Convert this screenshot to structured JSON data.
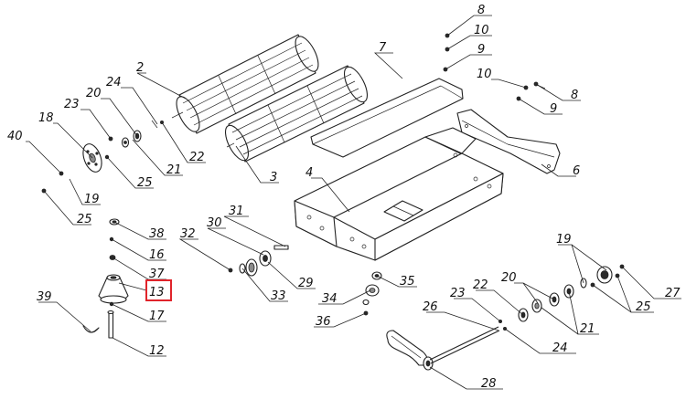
{
  "diagram": {
    "highlight_color": "#e0242b",
    "line_color": "#222222",
    "callouts": [
      {
        "id": "c8a",
        "text": "8"
      },
      {
        "id": "c10a",
        "text": "10"
      },
      {
        "id": "c9a",
        "text": "9"
      },
      {
        "id": "c7",
        "text": "7"
      },
      {
        "id": "c10b",
        "text": "10"
      },
      {
        "id": "c8b",
        "text": "8"
      },
      {
        "id": "c9b",
        "text": "9"
      },
      {
        "id": "c2",
        "text": "2"
      },
      {
        "id": "c24a",
        "text": "24"
      },
      {
        "id": "c20a",
        "text": "20"
      },
      {
        "id": "c23a",
        "text": "23"
      },
      {
        "id": "c18",
        "text": "18"
      },
      {
        "id": "c40",
        "text": "40"
      },
      {
        "id": "c22a",
        "text": "22"
      },
      {
        "id": "c21a",
        "text": "21"
      },
      {
        "id": "c25a",
        "text": "25"
      },
      {
        "id": "c19a",
        "text": "19"
      },
      {
        "id": "c25b",
        "text": "25"
      },
      {
        "id": "c3",
        "text": "3"
      },
      {
        "id": "c4",
        "text": "4"
      },
      {
        "id": "c6",
        "text": "6"
      },
      {
        "id": "c31",
        "text": "31"
      },
      {
        "id": "c30",
        "text": "30"
      },
      {
        "id": "c32",
        "text": "32"
      },
      {
        "id": "c38",
        "text": "38"
      },
      {
        "id": "c16",
        "text": "16"
      },
      {
        "id": "c37",
        "text": "37"
      },
      {
        "id": "c13",
        "text": "13"
      },
      {
        "id": "c39",
        "text": "39"
      },
      {
        "id": "c17",
        "text": "17"
      },
      {
        "id": "c12",
        "text": "12"
      },
      {
        "id": "c29",
        "text": "29"
      },
      {
        "id": "c33",
        "text": "33"
      },
      {
        "id": "c35",
        "text": "35"
      },
      {
        "id": "c34",
        "text": "34"
      },
      {
        "id": "c36",
        "text": "36"
      },
      {
        "id": "c19b",
        "text": "19"
      },
      {
        "id": "c20b",
        "text": "20"
      },
      {
        "id": "c22b",
        "text": "22"
      },
      {
        "id": "c23b",
        "text": "23"
      },
      {
        "id": "c26",
        "text": "26"
      },
      {
        "id": "c21b",
        "text": "21"
      },
      {
        "id": "c24b",
        "text": "24"
      },
      {
        "id": "c25c",
        "text": "25"
      },
      {
        "id": "c27",
        "text": "27"
      },
      {
        "id": "c28",
        "text": "28"
      }
    ]
  }
}
